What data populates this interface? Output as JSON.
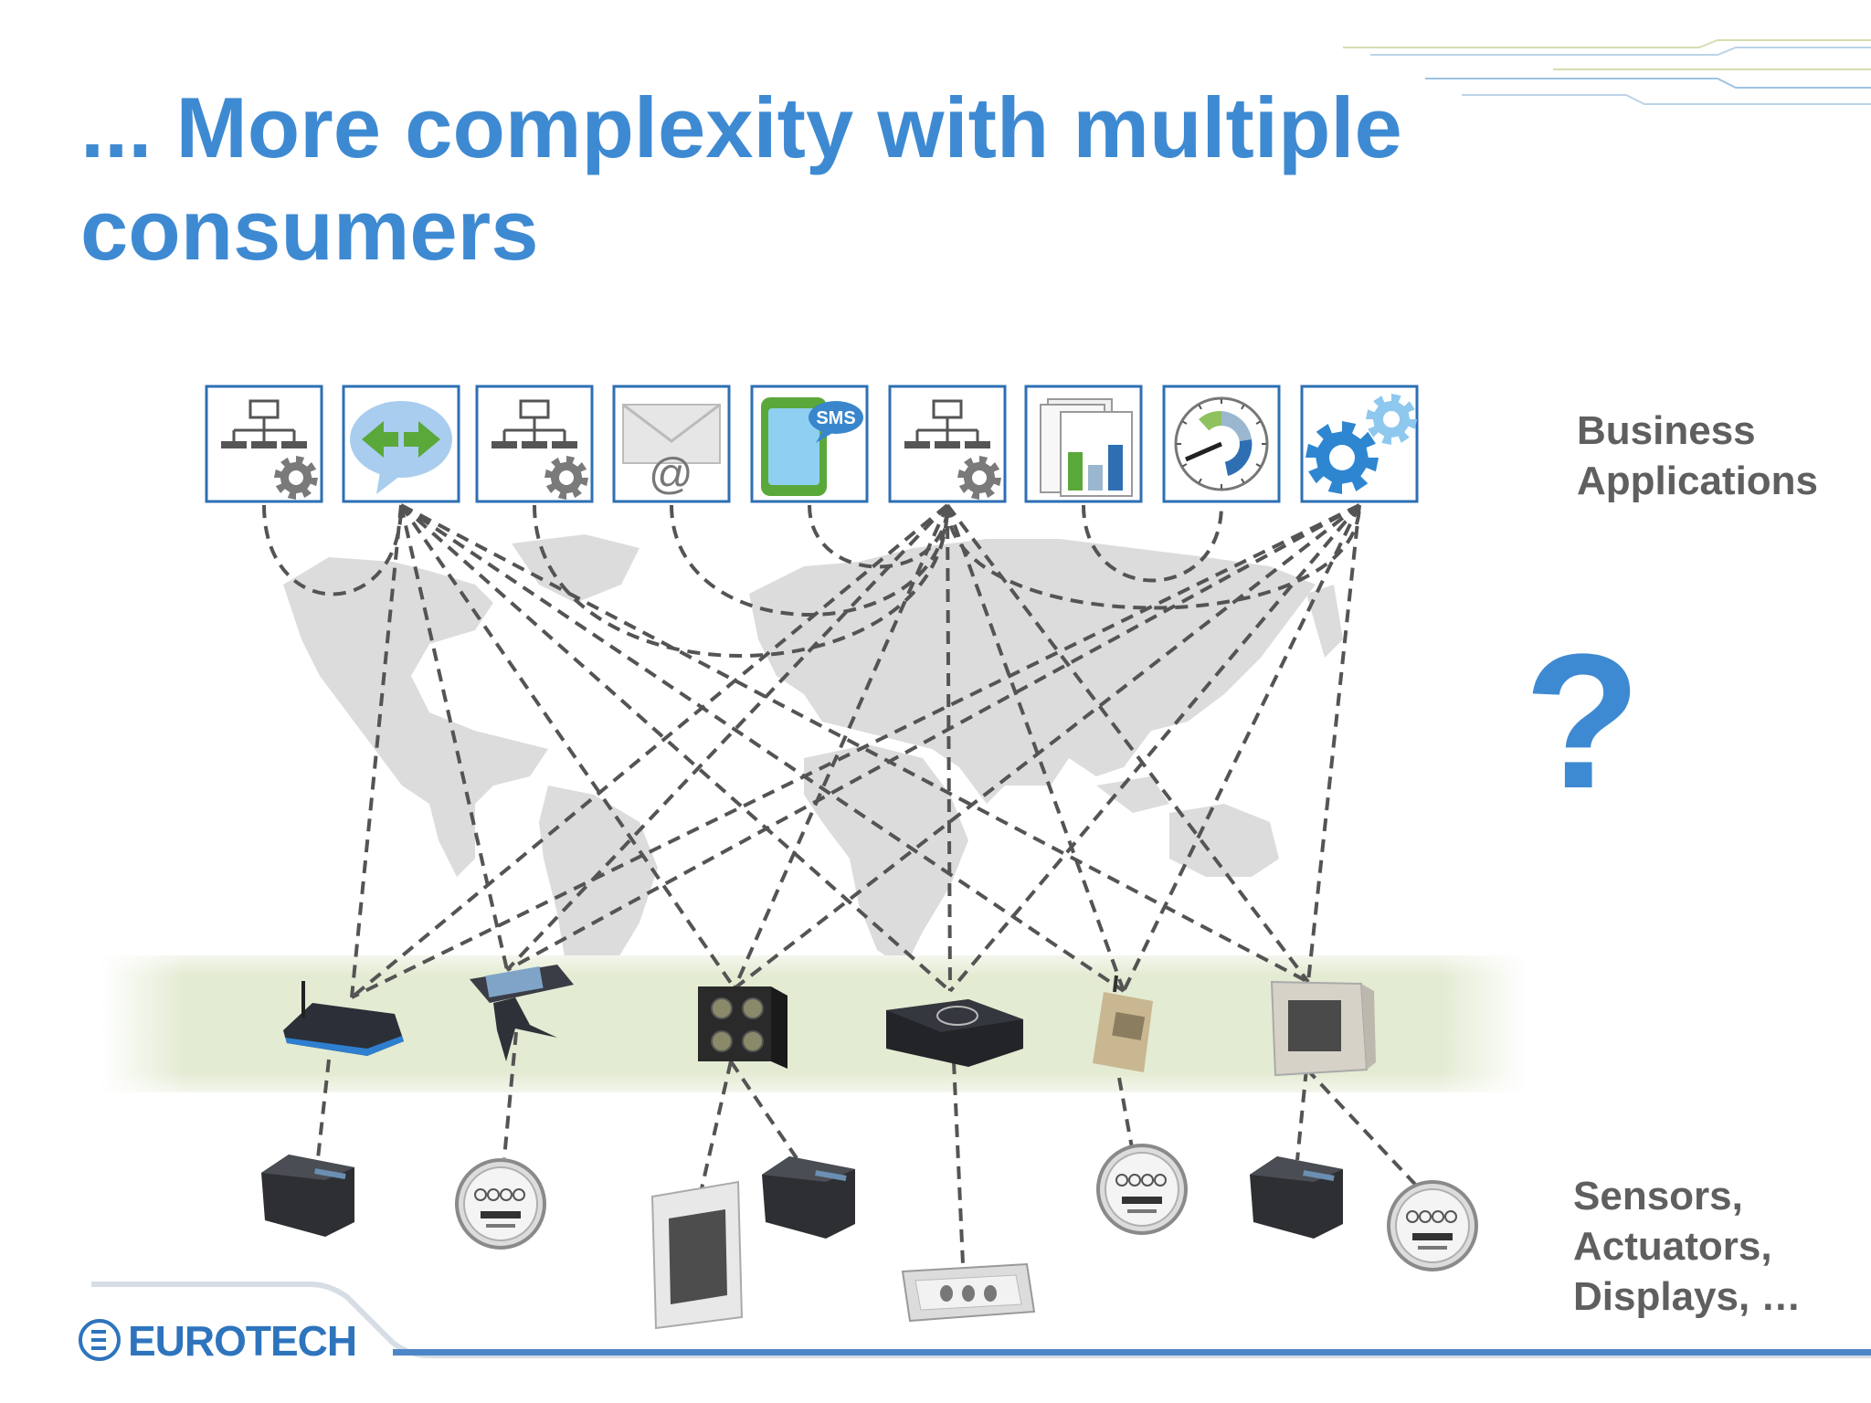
{
  "title_line1": "... More complexity with multiple",
  "title_line2": "consumers",
  "labels": {
    "business": [
      "Business",
      "Applications"
    ],
    "sensors": [
      "Sensors,",
      "Actuators,",
      "Displays, …"
    ]
  },
  "question": "?",
  "logo_text": "EUROTECH",
  "sms_badge": "SMS",
  "email_symbol": "@",
  "colors": {
    "accent": "#3e8ad2",
    "label": "#5f5f5f",
    "band": "#e3ebd2",
    "map": "#d8d8d8",
    "dash": "#545454",
    "icon_border": "#2e6fb3"
  },
  "app_icons": [
    "network-gear-icon",
    "exchange-arrows-icon",
    "network-gear-icon",
    "email-icon",
    "sms-phone-icon",
    "network-gear-icon",
    "reports-chart-icon",
    "gauge-icon",
    "gears-icon"
  ],
  "gateway_devices": [
    "router-gateway",
    "handheld-terminal",
    "rugged-computer",
    "box-computer",
    "portable-device",
    "panel-terminal"
  ],
  "field_devices": [
    "io-module",
    "electric-meter",
    "panel-display",
    "io-module",
    "led-display-panel",
    "electric-meter",
    "io-module",
    "electric-meter"
  ]
}
